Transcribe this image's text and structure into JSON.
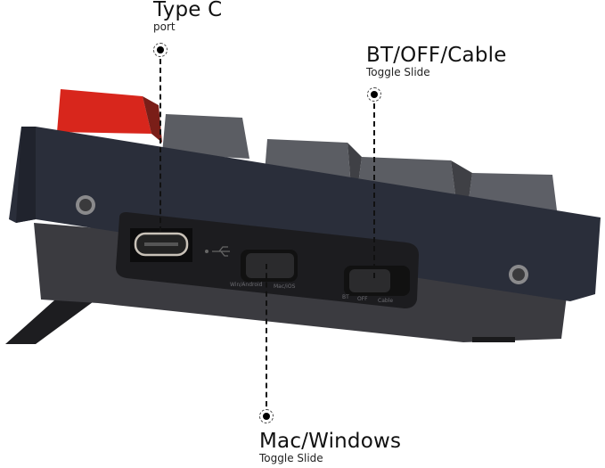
{
  "callouts": {
    "type_c": {
      "title": "Type C",
      "subtitle": "port"
    },
    "bt_toggle": {
      "title": "BT/OFF/Cable",
      "subtitle": "Toggle Slide"
    },
    "os_toggle": {
      "title": "Mac/Windows",
      "subtitle": "Toggle Slide"
    }
  },
  "switch_labels": {
    "os_left": "Win/Android",
    "os_right": "Mac/iOS",
    "conn_bt": "BT",
    "conn_off": "OFF",
    "conn_cable": "Cable"
  },
  "colors": {
    "accent_key": "#d8261c",
    "grey_key": "#5b5d63",
    "frame": "#2a2e3a",
    "bottom_case": "#3b3b40",
    "panel": "#1c1c1f"
  },
  "icons": {
    "usb": "usb-icon",
    "marker": "callout-marker-icon"
  }
}
